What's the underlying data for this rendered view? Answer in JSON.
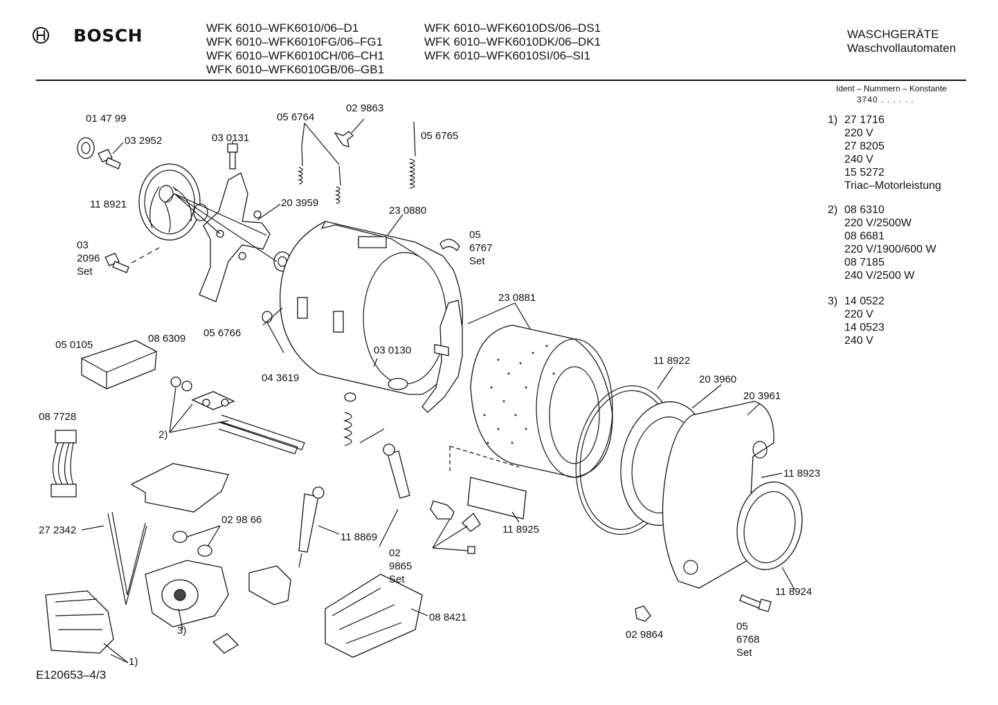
{
  "header": {
    "brand": "BOSCH",
    "models_left": [
      "WFK 6010–WFK6010/06–D1",
      "WFK 6010–WFK6010FG/06–FG1",
      "WFK 6010–WFK6010CH/06–CH1",
      "WFK 6010–WFK6010GB/06–GB1"
    ],
    "models_right": [
      "WFK 6010–WFK6010DS/06–DS1",
      "WFK 6010–WFK6010DK/06–DK1",
      "WFK 6010–WFK6010SI/06–SI1"
    ],
    "category": "WASCHGERÄTE",
    "subcategory": "Waschvollautomaten"
  },
  "ident": {
    "label": "Ident – Nummern – Konstante",
    "value": "3740 . . . . . ."
  },
  "notes": [
    {
      "num": "1)",
      "lines": "27 1716\n220 V\n27 8205\n240 V\n15 5272\nTriac–Motorleistung"
    },
    {
      "num": "2)",
      "lines": "08 6310\n220 V/2500W\n08 6681\n220 V/1900/600 W\n08 7185\n240 V/2500 W"
    },
    {
      "num": "3)",
      "lines": "14 0522\n220 V\n14 0523\n240 V"
    }
  ],
  "labels": {
    "p014799": "01 47 99",
    "p032952": "03 2952",
    "p030131": "03 0131",
    "p056764": "05 6764",
    "p029863": "02 9863",
    "p056765": "05 6765",
    "p118921": "11 8921",
    "p203959": "20 3959",
    "p230880": "23 0880",
    "p032096": "03\n2096\nSet",
    "p056767": "05\n6767\nSet",
    "p230881": "23 0881",
    "p086309": "08 6309",
    "p056766": "05 6766",
    "p050105": "05 0105",
    "p043619": "04 3619",
    "p030130": "03 0130",
    "p118922": "11 8922",
    "p203960": "20 3960",
    "p203961": "20 3961",
    "p087728": "08 7728",
    "n2": "2)",
    "p118923": "11 8923",
    "p029866": "02 98 66",
    "p272342": "27 2342",
    "p118869": "11 8869",
    "p029865": "02\n9865\nSet",
    "p118925": "11 8925",
    "p118924": "11 8924",
    "n3": "3)",
    "p088421": "08 8421",
    "p029864": "02 9864",
    "p056768": "05\n6768\nSet",
    "n1": "1)"
  },
  "footer": {
    "drawing_id": "E120653–4/3"
  }
}
